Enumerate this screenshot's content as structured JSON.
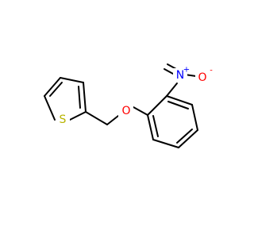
{
  "molecule": {
    "atoms": {
      "sulfur": {
        "symbol": "S",
        "color": "#b8b400"
      },
      "ether_oxygen": {
        "symbol": "O",
        "color": "#ff0000"
      },
      "nitro_nitrogen": {
        "symbol": "N",
        "color": "#0000ff",
        "charge": "+"
      },
      "nitro_oxygen": {
        "symbol": "O",
        "color": "#ff0000",
        "charge": "-"
      }
    },
    "bond_color": "#000000"
  }
}
